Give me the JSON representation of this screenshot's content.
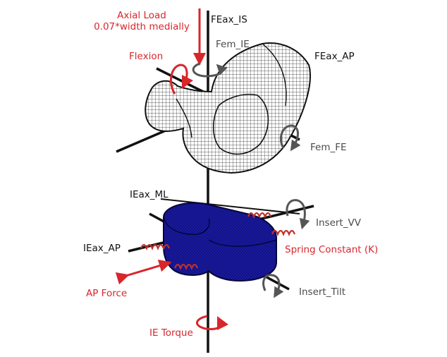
{
  "colors": {
    "axis": "#111111",
    "annotation_red": "#d8262b",
    "label_gray": "#4a4a4a",
    "insert_blue": "#1a1a9e",
    "insert_dark": "#05053a",
    "spring": "#c0302a",
    "rotation_gray": "#5a5a5a"
  },
  "labels": {
    "axial_load_line1": "Axial Load",
    "axial_load_line2": "0.07*width medially",
    "feax_is": "FEax_IS",
    "fem_ie": "Fem_IE",
    "feax_ap": "FEax_AP",
    "flexion": "Flexion",
    "fem_fe": "Fem_FE",
    "ieax_ml": "IEax_ML",
    "insert_vv": "Insert_VV",
    "ieax_ap": "IEax_AP",
    "spring_constant": "Spring Constant (K)",
    "ap_force": "AP Force",
    "insert_tilt": "Insert_Tilt",
    "ie_torque": "IE Torque"
  },
  "icons": {
    "femoral_component": "femoral-component-mesh-icon",
    "tibial_insert": "tibial-insert-mesh-icon",
    "spring": "spring-coil-icon",
    "rotation": "rotation-arrow-icon"
  }
}
